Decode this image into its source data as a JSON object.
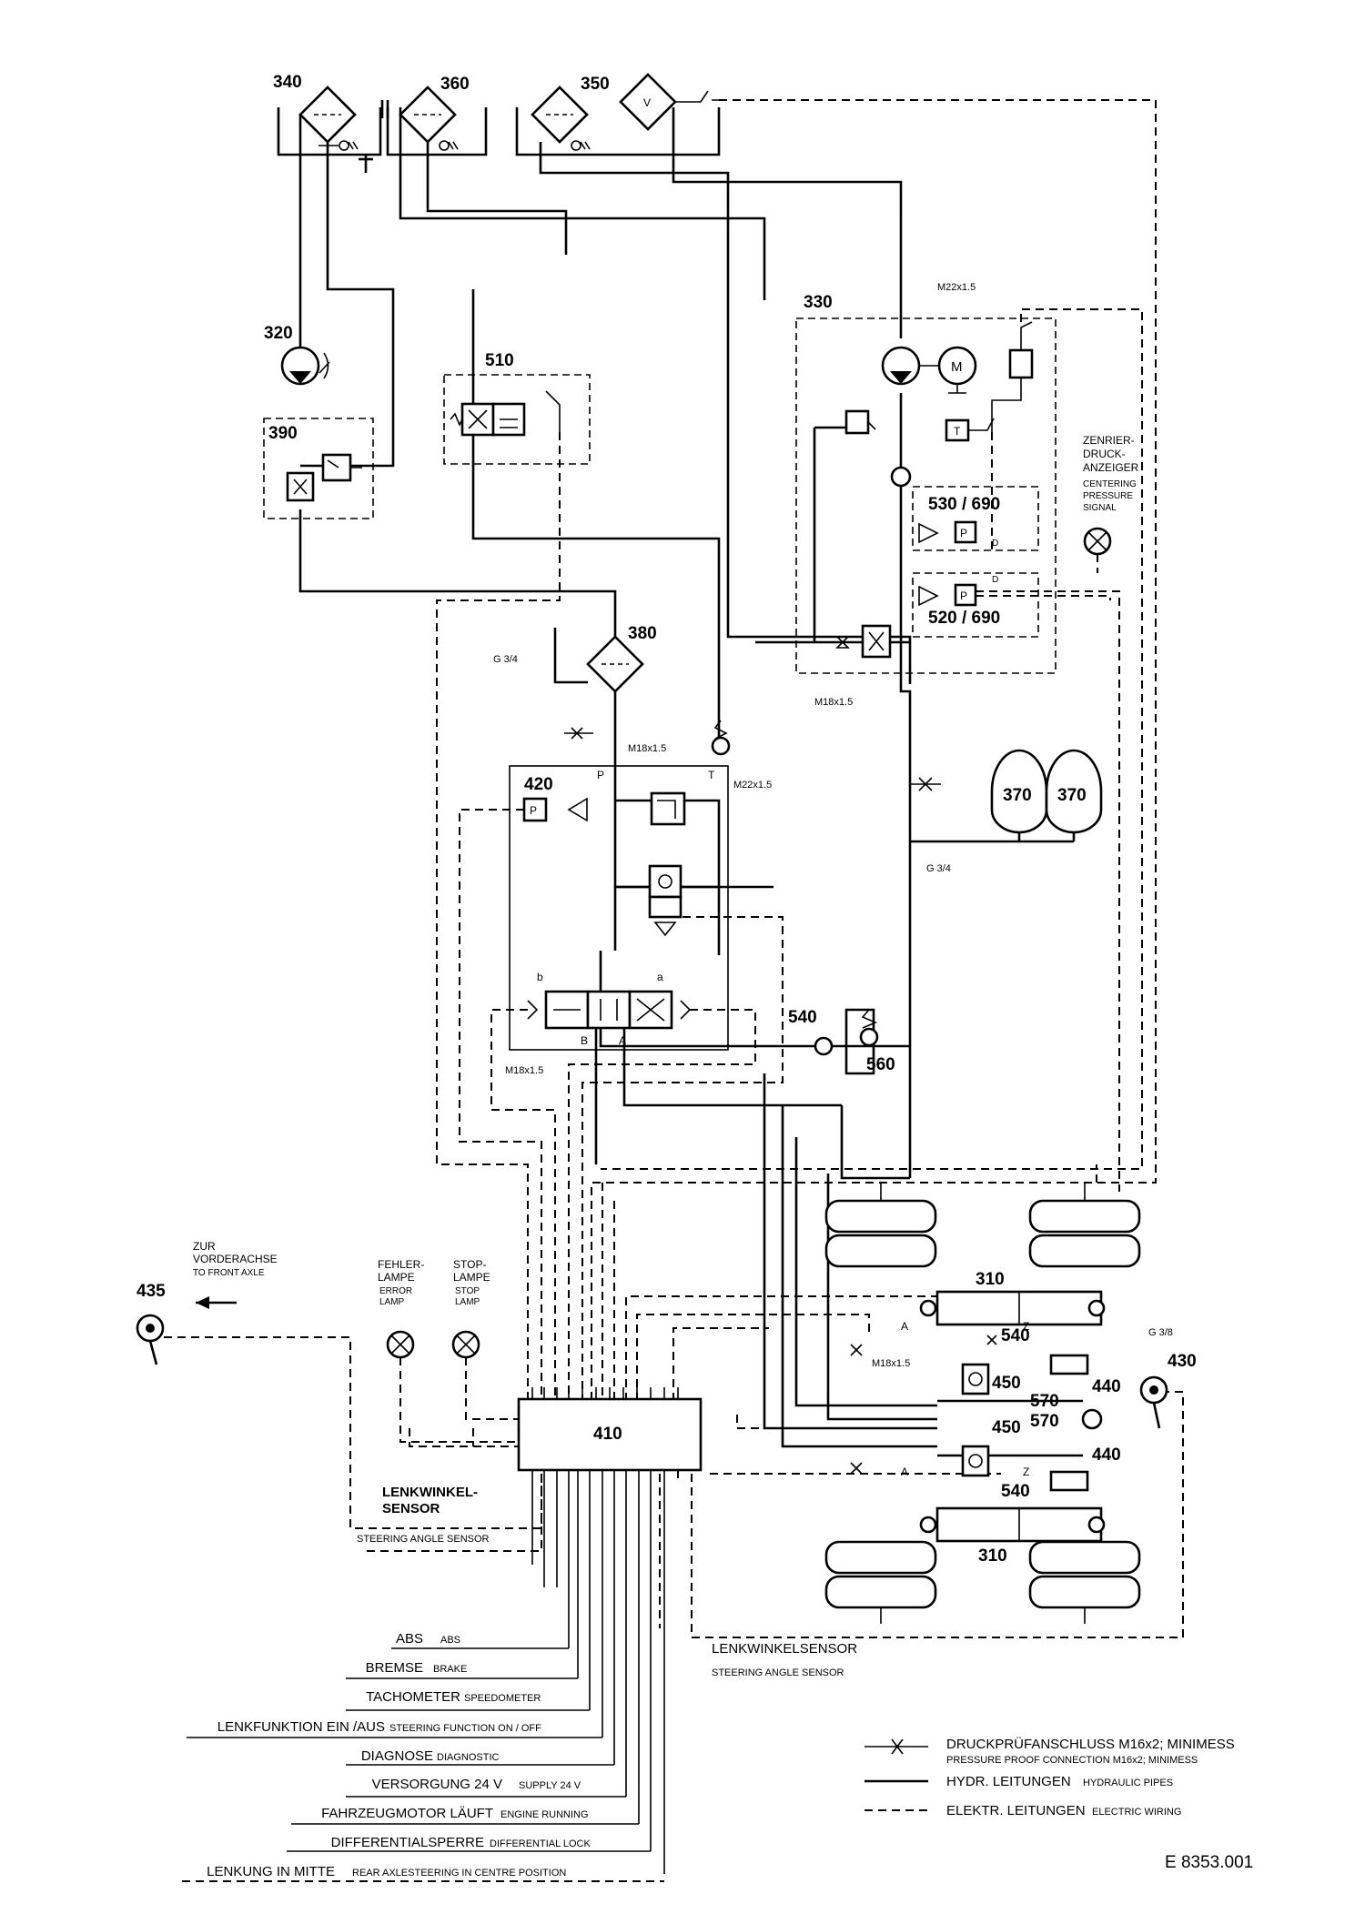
{
  "components": {
    "n340": "340",
    "n360": "360",
    "n350": "350",
    "n320": "320",
    "n390": "390",
    "n510": "510",
    "n330": "330",
    "n380": "380",
    "n420": "420",
    "n370a": "370",
    "n370b": "370",
    "n540a": "540",
    "n560": "560",
    "n410": "410",
    "n435": "435",
    "n310a": "310",
    "n310b": "310",
    "n430": "430",
    "n540b": "540",
    "n540c": "540",
    "n440a": "440",
    "n440b": "440",
    "n450a": "450",
    "n450b": "450",
    "n570a": "570",
    "n570b": "570",
    "n530_690": "530 / 690",
    "n520_690": "520 / 690"
  },
  "ports": {
    "m22_top": "M22x1.5",
    "m18_mid": "M18x1.5",
    "m18_p": "M18x1.5",
    "m22_t": "M22x1.5",
    "m18_ab": "M18x1.5",
    "m18_rear": "M18x1.5",
    "g34_filter": "G 3/4",
    "g34_acc": "G 3/4",
    "g38": "G 3/8",
    "p": "P",
    "t": "T",
    "a": "A",
    "b": "B",
    "sol_a": "a",
    "sol_b": "b",
    "a1": "A",
    "a2": "A",
    "z1": "Z",
    "z2": "Z",
    "d1": "D",
    "d2": "D",
    "motor": "M",
    "temp": "T",
    "pbox1": "P",
    "pbox2": "P",
    "pbox3": "P",
    "vmark": "V"
  },
  "centering": {
    "de_line1": "ZENRIER-",
    "de_line2": "DRUCK-",
    "de_line3": "ANZEIGER",
    "en_line1": "CENTERING",
    "en_line2": "PRESSURE",
    "en_line3": "SIGNAL"
  },
  "front_axle": {
    "de_line1": "ZUR",
    "de_line2": "VORDERACHSE",
    "en": "TO FRONT AXLE"
  },
  "lamps": {
    "error_de_1": "FEHLER-",
    "error_de_2": "LAMPE",
    "error_en_1": "ERROR",
    "error_en_2": "LAMP",
    "stop_de_1": "STOP-",
    "stop_de_2": "LAMPE",
    "stop_en_1": "STOP",
    "stop_en_2": "LAMP"
  },
  "sensors": {
    "left_de_1": "LENKWINKEL-",
    "left_de_2": "SENSOR",
    "left_en": "STEERING ANGLE SENSOR",
    "right_de": "LENKWINKELSENSOR",
    "right_en": "STEERING ANGLE SENSOR"
  },
  "signals": [
    {
      "de": "ABS",
      "en": "ABS"
    },
    {
      "de": "BREMSE",
      "en": "BRAKE"
    },
    {
      "de": "TACHOMETER",
      "en": "SPEEDOMETER"
    },
    {
      "de": "LENKFUNKTION EIN /AUS",
      "en": "STEERING FUNCTION ON / OFF"
    },
    {
      "de": "DIAGNOSE",
      "en": "DIAGNOSTIC"
    },
    {
      "de": "VERSORGUNG 24 V",
      "en": "SUPPLY 24 V"
    },
    {
      "de": "FAHRZEUGMOTOR LÄUFT",
      "en": "ENGINE RUNNING"
    },
    {
      "de": "DIFFERENTIALSPERRE",
      "en": "DIFFERENTIAL LOCK"
    },
    {
      "de": "LENKUNG IN MITTE",
      "en": "REAR AXLESTEERING IN CENTRE POSITION"
    }
  ],
  "legend": [
    {
      "de": "DRUCKPRÜFANSCHLUSS  M16x2; MINIMESS",
      "en": "PRESSURE PROOF CONNECTION  M16x2; MINIMESS"
    },
    {
      "de": "HYDR. LEITUNGEN",
      "en": "HYDRAULIC PIPES"
    },
    {
      "de": "ELEKTR. LEITUNGEN",
      "en": "ELECTRIC WIRING"
    }
  ],
  "drawing_number": "E 8353.001"
}
